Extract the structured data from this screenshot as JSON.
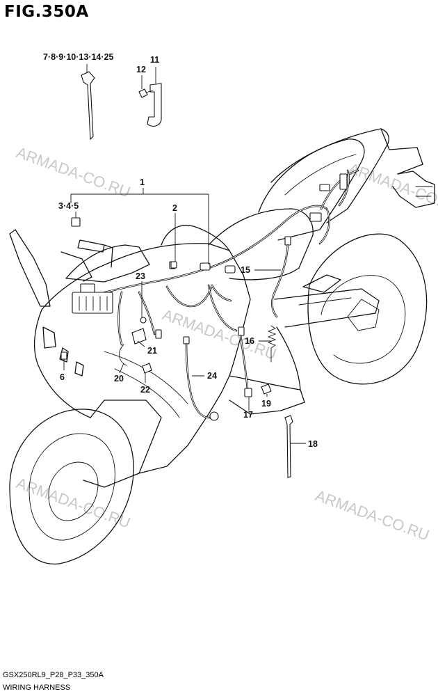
{
  "figure": {
    "title": "FIG.350A",
    "code": "GSX250RL9_P28_P33_350A",
    "name": "WIRING HARNESS"
  },
  "watermark": "ARMADA-CO.RU",
  "callouts": {
    "c1": "1",
    "c2": "2",
    "c345": "3·4·5",
    "c6": "6",
    "c7_25": "7·8·9·10·13·14·25",
    "c11": "11",
    "c12": "12",
    "c15": "15",
    "c16": "16",
    "c17": "17",
    "c18": "18",
    "c19": "19",
    "c20": "20",
    "c21": "21",
    "c22": "22",
    "c23": "23",
    "c24": "24"
  }
}
